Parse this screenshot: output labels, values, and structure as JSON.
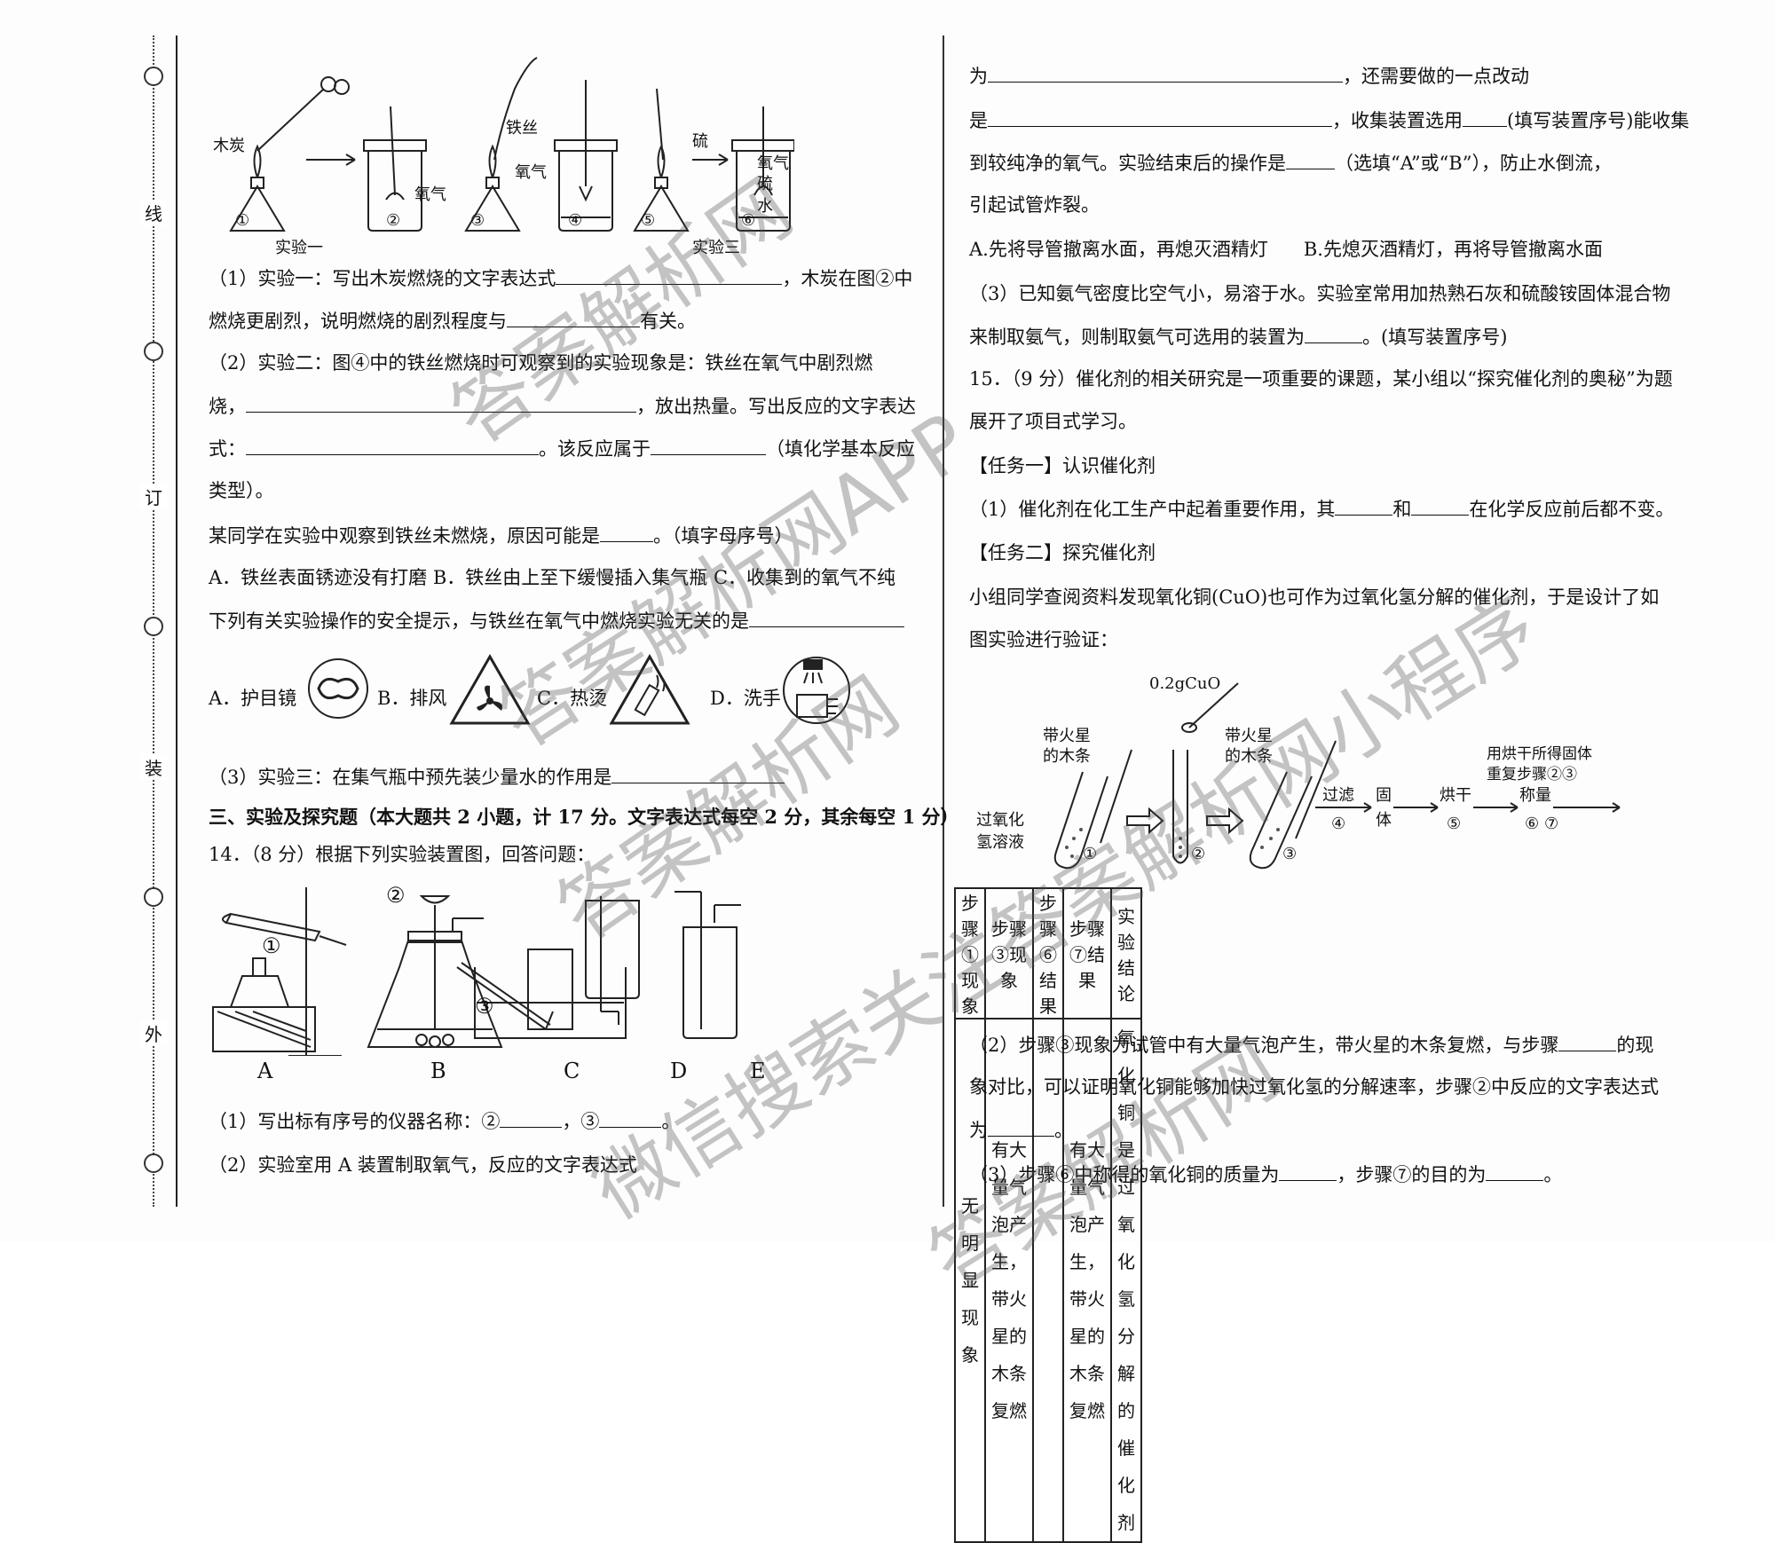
{
  "binding": {
    "chars": [
      "线",
      "订",
      "装",
      "外"
    ]
  },
  "left": {
    "exp_labels": {
      "exp1": "实验一",
      "exp3": "实验三",
      "charcoal": "木炭",
      "oxygen": "氧气",
      "iron_wire": "铁丝",
      "oxygen2": "氧气",
      "sulfur": "硫",
      "oxygen3": "氧气",
      "sulfur2": "硫",
      "water": "水",
      "n1": "①",
      "n2": "②",
      "n3": "③",
      "n4": "④",
      "n5": "⑤",
      "n6": "⑥"
    },
    "q1a": "（1）实验一：写出木炭燃烧的文字表达式",
    "q1b": "，木炭在图②中",
    "q1c": "燃烧更剧烈，说明燃烧的剧烈程度与",
    "q1d": "有关。",
    "q2a": "（2）实验二：图④中的铁丝燃烧时可观察到的实验现象是：铁丝在氧气中剧烈燃",
    "q2b": "烧，",
    "q2c": "，放出热量。写出反应的文字表达",
    "q2d": "式：",
    "q2e": "。该反应属于",
    "q2f": "（填化学基本反应",
    "q2g": "类型）。",
    "q2h": "某同学在实验中观察到铁丝未燃烧，原因可能是",
    "q2i": "。（填字母序号）",
    "q2j": "A．铁丝表面锈迹没有打磨 B．铁丝由上至下缓慢插入集气瓶 C．收集到的氧气不纯",
    "q2k": "下列有关实验操作的安全提示，与铁丝在氧气中燃烧实验无关的是",
    "safety": {
      "a": "A．护目镜",
      "b": "B．排风",
      "c": "C．热烫",
      "d": "D．洗手"
    },
    "q3": "（3）实验三：在集气瓶中预先装少量水的作用是",
    "sec3": "三、实验及探究题（本大题共 2 小题，计 17 分。文字表达式每空 2 分，其余每空 1 分）",
    "q14": "14．（8 分）根据下列实验装置图，回答问题：",
    "apparatus": {
      "a": "A",
      "b": "B",
      "c": "C",
      "d": "D",
      "e": "E",
      "m1": "①",
      "m2": "②",
      "m3": "③"
    },
    "q14_1a": "（1）写出标有序号的仪器名称：②",
    "q14_1b": "，③",
    "q14_1c": "。",
    "q14_2": "（2）实验室用 A 装置制取氧气，反应的文字表达式"
  },
  "right": {
    "r1a": "为",
    "r1b": "，还需要做的一点改动",
    "r2a": "是",
    "r2b": "，收集装置选用",
    "r2c": "(填写装置序号)能收集",
    "r3a": "到较纯净的氧气。实验结束后的操作是",
    "r3b": "（选填“A”或“B”），防止水倒流，",
    "r4": "引起试管炸裂。",
    "r5a": "A.先将导管撤离水面，再熄灭酒精灯",
    "r5b": "B.先熄灭酒精灯，再将导管撤离水面",
    "r6": "（3）已知氨气密度比空气小，易溶于水。实验室常用加热熟石灰和硫酸铵固体混合物",
    "r7a": "来制取氨气，则制取氨气可选用的装置为",
    "r7b": "。(填写装置序号)",
    "r8": "15．（9 分）催化剂的相关研究是一项重要的课题，某小组以“探究催化剂的奥秘”为题",
    "r9": "展开了项目式学习。",
    "r10": "【任务一】认识催化剂",
    "r11a": "（1）催化剂在化工生产中起着重要作用，其",
    "r11b": "和",
    "r11c": "在化学反应前后都不变。",
    "r12": "【任务二】探究催化剂",
    "r13": "小组同学查阅资料发现氧化铜(CuO)也可作为过氧化氢分解的催化剂，于是设计了如",
    "r14": "图实验进行验证：",
    "flow": {
      "cuo": "0.2gCuO",
      "splint1": "带火星",
      "splint1b": "的木条",
      "splint2": "带火星",
      "splint2b": "的木条",
      "h2o2a": "过氧化",
      "h2o2b": "氢溶液",
      "c1": "①",
      "c2": "②",
      "c3": "③",
      "filter": "过滤",
      "s4": "④",
      "solid": "固",
      "solid2": "体",
      "dry": "烘干",
      "s5": "⑤",
      "weigh": "称量",
      "s6": "⑥",
      "repeat1": "用烘干所得固体",
      "repeat2": "重复步骤②③",
      "s7": "⑦"
    },
    "table": {
      "headers": [
        "步骤①现象",
        "步骤③现象",
        "步骤⑥结果",
        "步骤⑦结果",
        "实验结论"
      ],
      "row": [
        "无明显现象",
        "有大量气泡产生，",
        "带火星的木条复燃",
        "",
        "有大量气泡产生，",
        "带火星的木条复燃",
        "氧化铜是过氧化氢",
        "分解的催化剂"
      ]
    },
    "r15a": "（2）步骤③现象为试管中有大量气泡产生，带火星的木条复燃，与步骤",
    "r15b": "的现",
    "r16": "象对比，可以证明氧化铜能够加快过氧化氢的分解速率，步骤②中反应的文字表达式",
    "r17a": "为",
    "r17b": "。",
    "r18a": "（3）步骤⑥中称得的氧化铜的质量为",
    "r18b": "，步骤⑦的目的为",
    "r18c": "。"
  },
  "watermarks": [
    "答案解析网",
    "答案解析网APP",
    "答案解析网",
    "微信搜索关注答案解析网小程序",
    "答案解析网"
  ]
}
